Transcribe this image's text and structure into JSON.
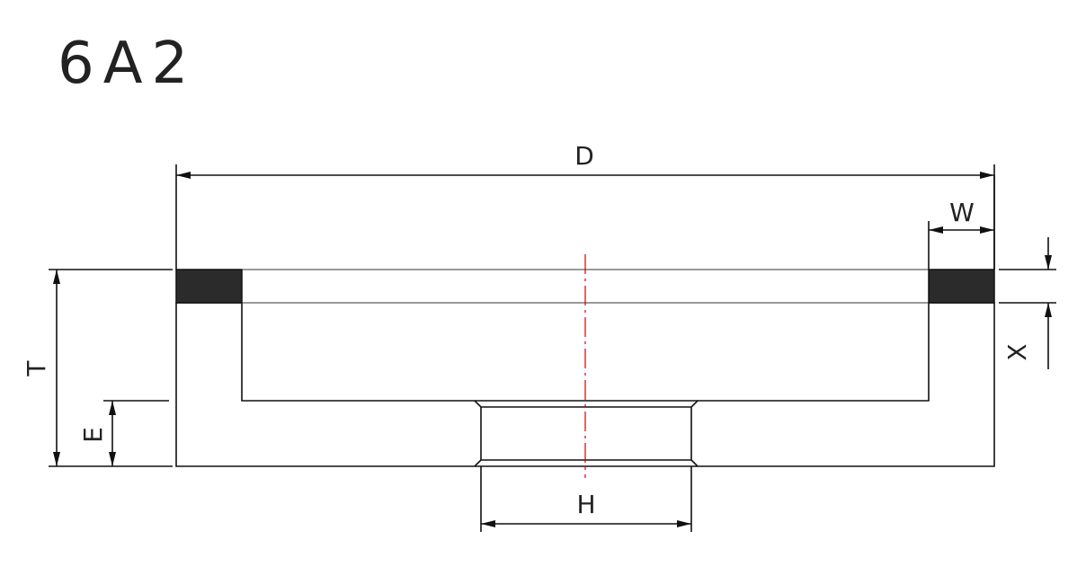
{
  "title": "6A2",
  "dimensions": {
    "D": "D",
    "W": "W",
    "X": "X",
    "T": "T",
    "E": "E",
    "H": "H"
  },
  "colors": {
    "abrasive": "#2b2b2b",
    "centerline": "#cc0000",
    "lines": "#111111"
  }
}
